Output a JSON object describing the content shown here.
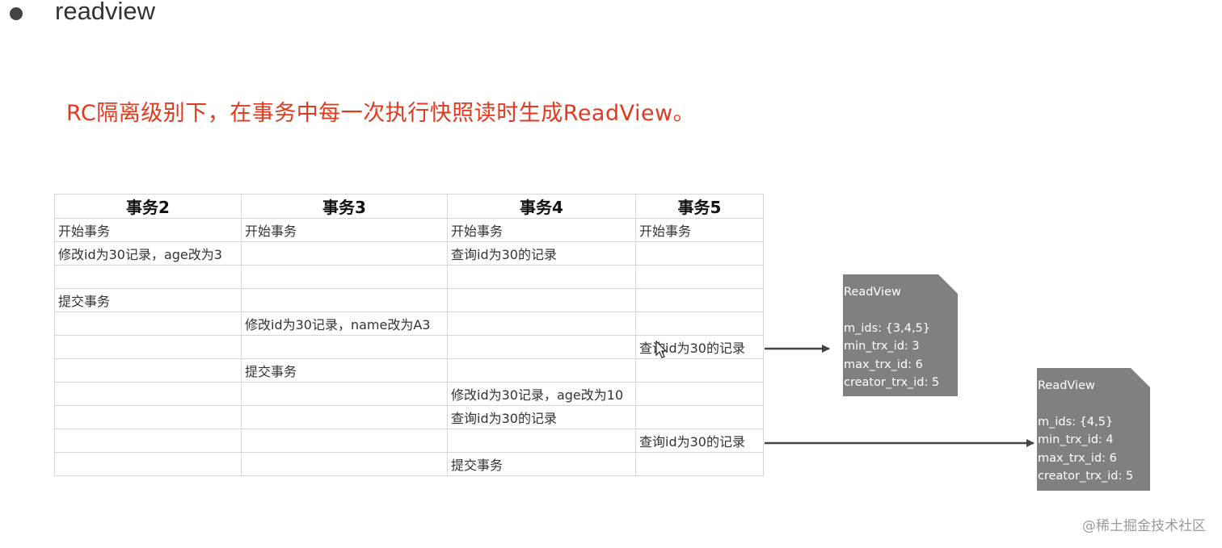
{
  "bullet": {
    "text": "readview"
  },
  "subtitle": "RC隔离级别下，在事务中每一次执行快照读时生成ReadView。",
  "table": {
    "headers": [
      "事务2",
      "事务3",
      "事务4",
      "事务5"
    ],
    "rows": [
      [
        "开始事务",
        "开始事务",
        "开始事务",
        "开始事务"
      ],
      [
        "修改id为30记录，age改为3",
        "",
        "查询id为30的记录",
        ""
      ],
      [
        "",
        "",
        "",
        ""
      ],
      [
        "提交事务",
        "",
        "",
        ""
      ],
      [
        "",
        "修改id为30记录，name改为A3",
        "",
        ""
      ],
      [
        "",
        "",
        "",
        "查询id为30的记录"
      ],
      [
        "",
        "提交事务",
        "",
        ""
      ],
      [
        "",
        "",
        "修改id为30记录，age改为10",
        ""
      ],
      [
        "",
        "",
        "查询id为30的记录",
        ""
      ],
      [
        "",
        "",
        "",
        "查询id为30的记录"
      ],
      [
        "",
        "",
        "提交事务",
        ""
      ]
    ]
  },
  "readviews": [
    {
      "title": "ReadView",
      "m_ids": "m_ids: {3,4,5}",
      "min_trx_id": "min_trx_id: 3",
      "max_trx_id": "max_trx_id: 6",
      "creator_trx_id": "creator_trx_id: 5"
    },
    {
      "title": "ReadView",
      "m_ids": "m_ids: {4,5}",
      "min_trx_id": "min_trx_id: 4",
      "max_trx_id": "max_trx_id: 6",
      "creator_trx_id": "creator_trx_id: 5"
    }
  ],
  "watermark": "@稀土掘金技术社区",
  "colors": {
    "subtitle": "#e03a1e",
    "readview_bg": "#808080",
    "arrow": "#444444"
  },
  "icons": {
    "cursor": "mouse-pointer-icon"
  }
}
